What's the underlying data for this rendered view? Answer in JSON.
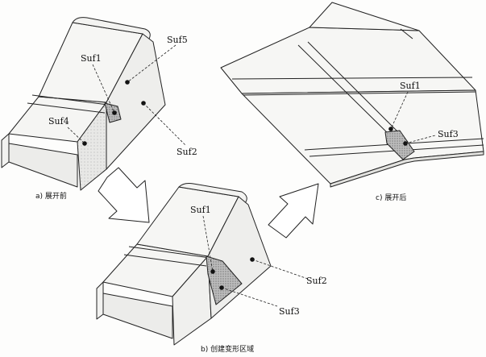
{
  "labels": {
    "a_suf1": "Suf1",
    "a_suf5": "Suf5",
    "a_suf4": "Suf4",
    "a_suf2": "Suf2",
    "b_suf1": "Suf1",
    "b_suf2": "Suf2",
    "b_suf3": "Suf3",
    "c_suf1": "Suf1",
    "c_suf3": "Suf3"
  },
  "captions": {
    "a": "a) 展开前",
    "b": "b) 创建变形区域",
    "c": "c) 展开后"
  },
  "colors": {
    "line": "#222222",
    "face_light": "#f4f4f2",
    "face_shade": "#e6e6e3",
    "deform": "#9a9a9a",
    "arrow_fill": "#ffffff"
  }
}
